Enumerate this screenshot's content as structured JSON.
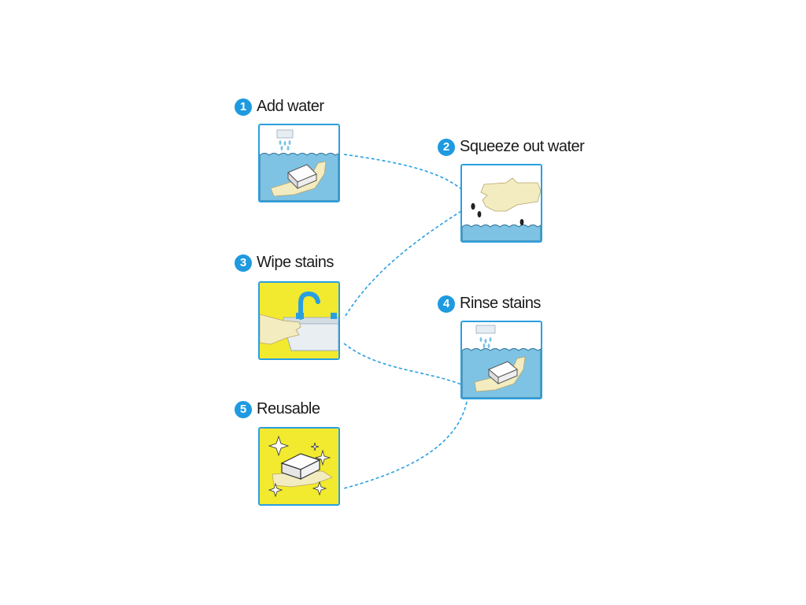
{
  "steps": [
    {
      "number": "1",
      "title": "Add water",
      "scene": "faucet-water-sponge",
      "bg": "#ffffff",
      "water": "#7ec3e4"
    },
    {
      "number": "2",
      "title": "Squeeze out water",
      "scene": "hand-squeeze-drops",
      "bg": "#ffffff",
      "water": "#7ec3e4"
    },
    {
      "number": "3",
      "title": "Wipe stains",
      "scene": "hand-wipe-sink",
      "bg": "#f2ea2e",
      "water": "#7ec3e4"
    },
    {
      "number": "4",
      "title": "Rinse stains",
      "scene": "faucet-water-sponge",
      "bg": "#ffffff",
      "water": "#7ec3e4"
    },
    {
      "number": "5",
      "title": "Reusable",
      "scene": "sparkling-sponge",
      "bg": "#f2ea2e",
      "water": "#7ec3e4"
    }
  ],
  "colors": {
    "accent": "#1e9ae0",
    "connector": "#2a9fe0",
    "skin": "#f3ecc0",
    "sponge": "#ffffff"
  }
}
